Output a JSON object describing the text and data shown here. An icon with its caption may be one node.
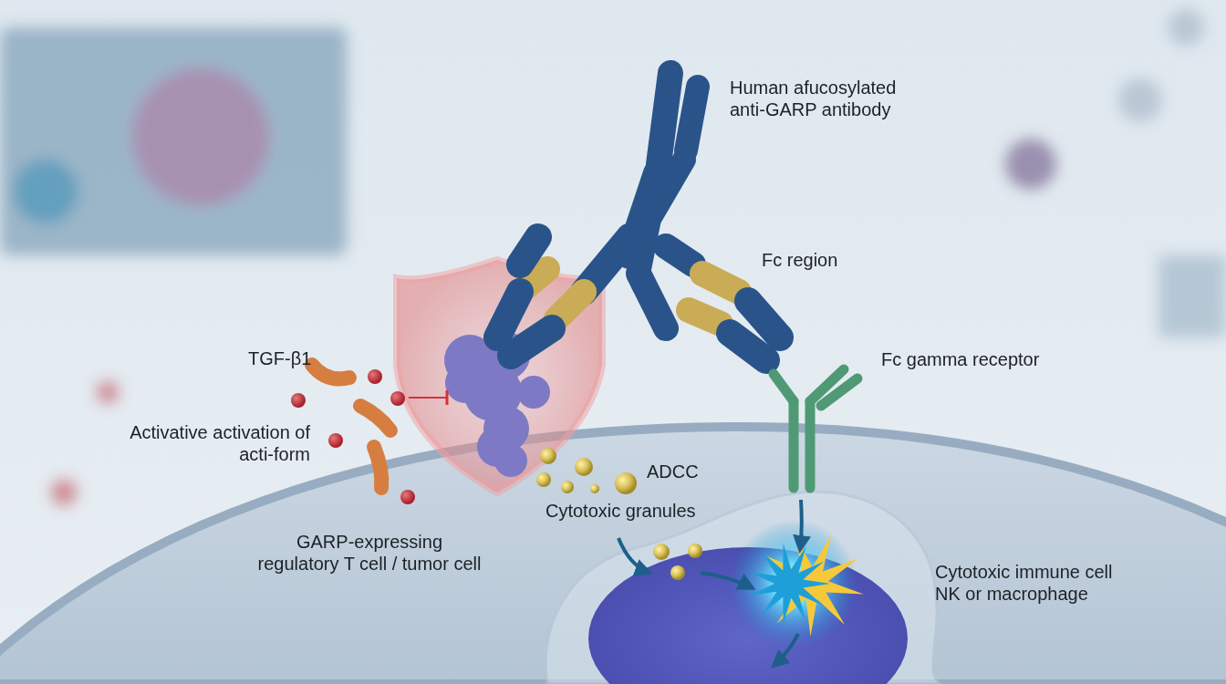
{
  "diagram": {
    "labels": [
      "Human afucosylated anti-GARP antibody",
      "Fc region",
      "TGF-β1",
      "Fc gamma receptor",
      "Activative activation of acti-form",
      "ADCC",
      "Cytotoxic granules",
      "GARP-expressing regulatory T cell / tumor cell",
      "Cytotoxic immune cell NK or macrophage"
    ]
  }
}
